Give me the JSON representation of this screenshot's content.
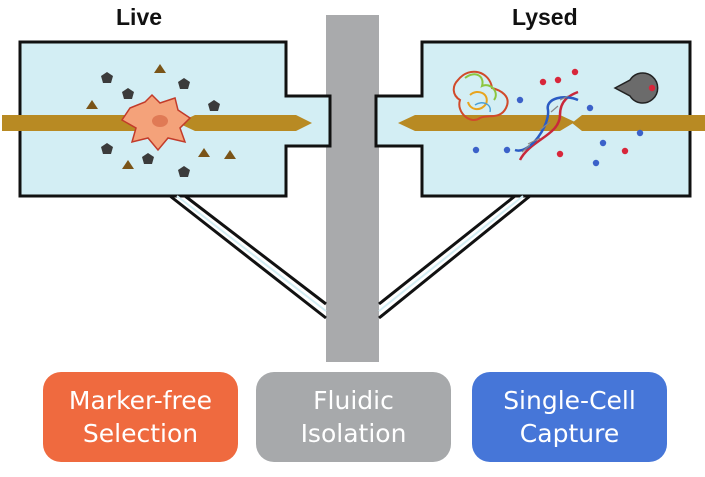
{
  "labels": {
    "live": "Live",
    "lysed": "Lysed"
  },
  "badges": [
    {
      "line1": "Marker-free",
      "line2": "Selection",
      "color": "#ef6a3f"
    },
    {
      "line1": "Fluidic",
      "line2": "Isolation",
      "color": "#a7a9ab"
    },
    {
      "line1": "Single-Cell",
      "line2": "Capture",
      "color": "#4676d8"
    }
  ],
  "colors": {
    "chamber_fill": "#d3eef4",
    "channel_gray": "#a9aaac",
    "electrode_gold": "#b88a23",
    "particle_dark": "#3b3b3b",
    "particle_brown": "#7a5418",
    "cell_fill": "#f4a27a",
    "red_dot": "#d8263a",
    "blue_dot": "#3b61c9"
  }
}
